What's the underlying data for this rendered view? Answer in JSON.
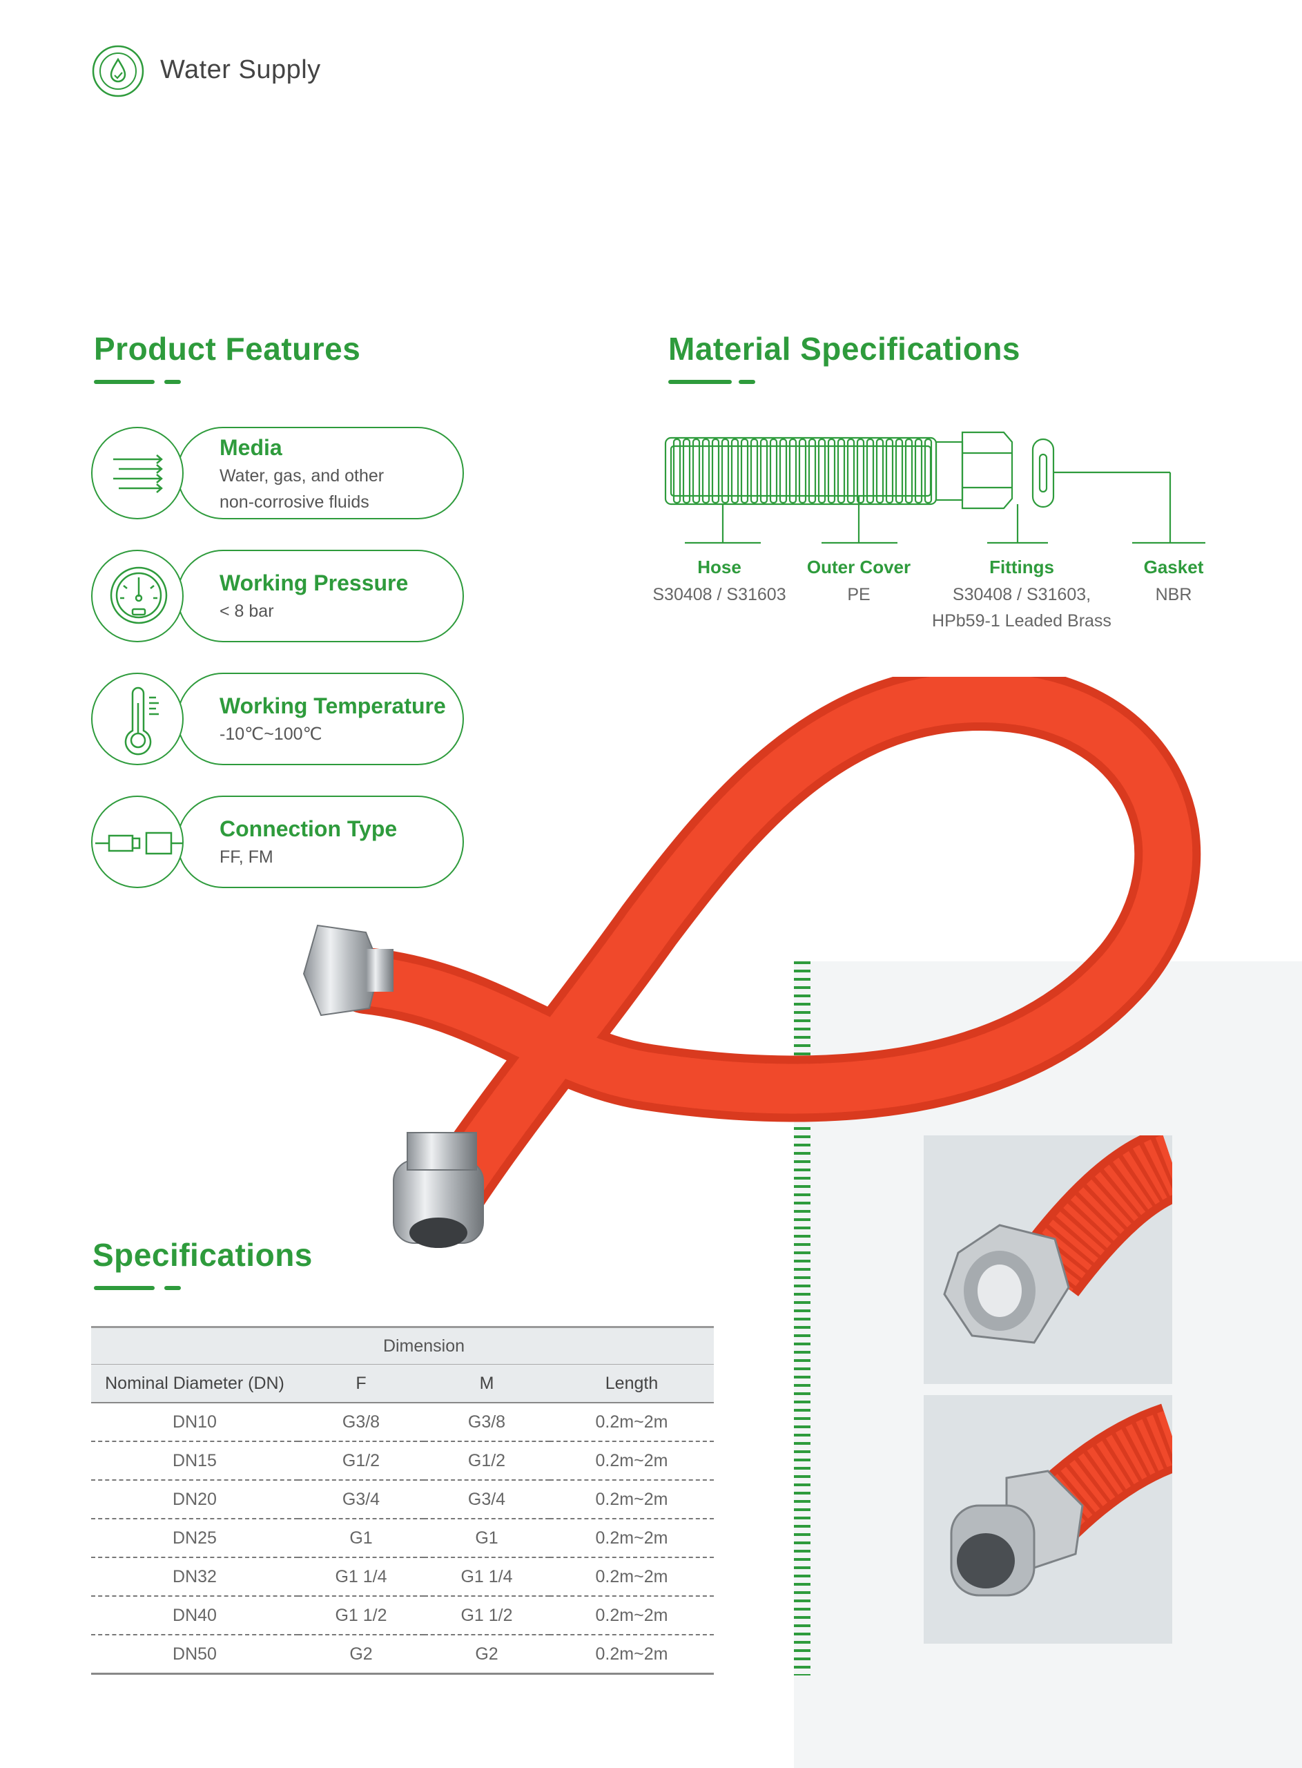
{
  "header": {
    "title": "Water Supply",
    "icon": "water-drop-icon"
  },
  "product_features": {
    "title": "Product Features",
    "items": [
      {
        "icon": "flow-lines-icon",
        "title": "Media",
        "lines": [
          "Water, gas, and other",
          "non-corrosive fluids"
        ]
      },
      {
        "icon": "pressure-gauge-icon",
        "title": "Working Pressure",
        "lines": [
          "< 8 bar"
        ]
      },
      {
        "icon": "thermometer-icon",
        "title": "Working Temperature",
        "lines": [
          "-10℃~100℃"
        ]
      },
      {
        "icon": "connector-icon",
        "title": "Connection Type",
        "lines": [
          "FF, FM"
        ]
      }
    ]
  },
  "material_specifications": {
    "title": "Material Specifications",
    "parts": [
      {
        "label": "Hose",
        "value": [
          "S30408 / S31603"
        ]
      },
      {
        "label": "Outer Cover",
        "value": [
          "PE"
        ]
      },
      {
        "label": "Fittings",
        "value": [
          "S30408 / S31603,",
          "HPb59-1 Leaded Brass"
        ]
      },
      {
        "label": "Gasket",
        "value": [
          "NBR"
        ]
      }
    ]
  },
  "specifications": {
    "title": "Specifications",
    "group_header": "Dimension",
    "columns": [
      "Nominal Diameter (DN)",
      "F",
      "M",
      "Length"
    ],
    "rows": [
      [
        "DN10",
        "G3/8",
        "G3/8",
        "0.2m~2m"
      ],
      [
        "DN15",
        "G1/2",
        "G1/2",
        "0.2m~2m"
      ],
      [
        "DN20",
        "G3/4",
        "G3/4",
        "0.2m~2m"
      ],
      [
        "DN25",
        "G1",
        "G1",
        "0.2m~2m"
      ],
      [
        "DN32",
        "G1 1/4",
        "G1 1/4",
        "0.2m~2m"
      ],
      [
        "DN40",
        "G1 1/2",
        "G1 1/2",
        "0.2m~2m"
      ],
      [
        "DN50",
        "G2",
        "G2",
        "0.2m~2m"
      ]
    ]
  },
  "colors": {
    "accent": "#2e9b3c",
    "hose": "#f0492b",
    "panel": "#f3f5f6"
  }
}
